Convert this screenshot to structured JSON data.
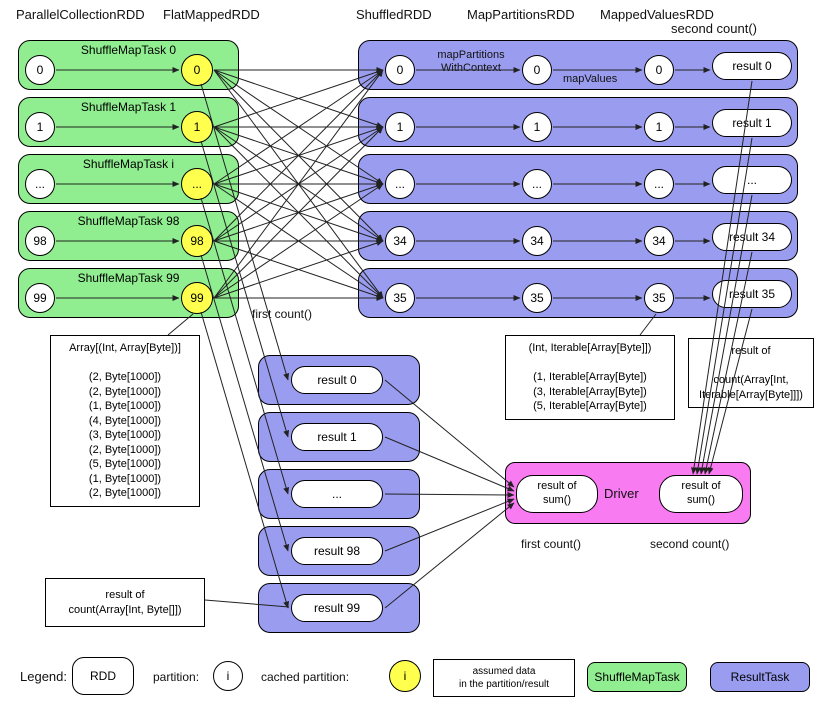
{
  "headers": {
    "parallel_collection_rdd": "ParallelCollectionRDD",
    "flat_mapped_rdd": "FlatMappedRDD",
    "shuffled_rdd": "ShuffledRDD",
    "map_partitions_rdd": "MapPartitionsRDD",
    "mapped_values_rdd": "MappedValuesRDD",
    "second_count": "second count()"
  },
  "edge_labels": {
    "map_partitions_with_context": "mapPartitions\nWithContext",
    "map_values": "mapValues",
    "first_count": "first count()"
  },
  "shuffle_map_tasks": [
    {
      "label": "ShuffleMapTask 0",
      "partition": "0",
      "cached": "0"
    },
    {
      "label": "ShuffleMapTask 1",
      "partition": "1",
      "cached": "1"
    },
    {
      "label": "ShuffleMapTask i",
      "partition": "...",
      "cached": "..."
    },
    {
      "label": "ShuffleMapTask 98",
      "partition": "98",
      "cached": "98"
    },
    {
      "label": "ShuffleMapTask 99",
      "partition": "99",
      "cached": "99"
    }
  ],
  "result_tasks": [
    {
      "shuffled": "0",
      "map_partitions": "0",
      "mapped_values": "0",
      "result": "result 0"
    },
    {
      "shuffled": "1",
      "map_partitions": "1",
      "mapped_values": "1",
      "result": "result 1"
    },
    {
      "shuffled": "...",
      "map_partitions": "...",
      "mapped_values": "...",
      "result": "..."
    },
    {
      "shuffled": "34",
      "map_partitions": "34",
      "mapped_values": "34",
      "result": "result 34"
    },
    {
      "shuffled": "35",
      "map_partitions": "35",
      "mapped_values": "35",
      "result": "result 35"
    }
  ],
  "first_count_results": [
    "result 0",
    "result 1",
    "...",
    "result 98",
    "result 99"
  ],
  "annotations": {
    "array_data": "Array[(Int, Array[Byte])]\n\n(2, Byte[1000])\n(2, Byte[1000])\n(1, Byte[1000])\n(4, Byte[1000])\n(3, Byte[1000])\n(2, Byte[1000])\n(5, Byte[1000])\n(1, Byte[1000])\n(2, Byte[1000])",
    "iterable_data": "(Int, Iterable[Array[Byte]])\n\n(1, Iterable[Array[Byte])\n(3, Iterable[Array[Byte])\n(5, Iterable[Array[Byte])",
    "second_count_result": "result of\n\ncount(Array[Int,\nIterable[Array[Byte]]])",
    "first_count_result": "result of\ncount(Array[Int, Byte[]])"
  },
  "driver": {
    "label": "Driver",
    "sum_first": "result of\nsum()",
    "sum_second": "result of\nsum()",
    "first_count_caption": "first count()",
    "second_count_caption": "second count()"
  },
  "legend": {
    "title": "Legend:",
    "rdd": "RDD",
    "partition_label": "partition:",
    "partition_symbol": "i",
    "cached_partition_label": "cached partition:",
    "cached_partition_symbol": "i",
    "assumed_data": "assumed data\nin the partition/result",
    "shuffle_map_task": "ShuffleMapTask",
    "result_task": "ResultTask"
  },
  "colors": {
    "shuffle_map_task_green": "#90EE90",
    "cached_partition_yellow": "#FFFF4D",
    "result_task_purple": "#9A9DEF",
    "driver_pink": "#F87BF2"
  }
}
